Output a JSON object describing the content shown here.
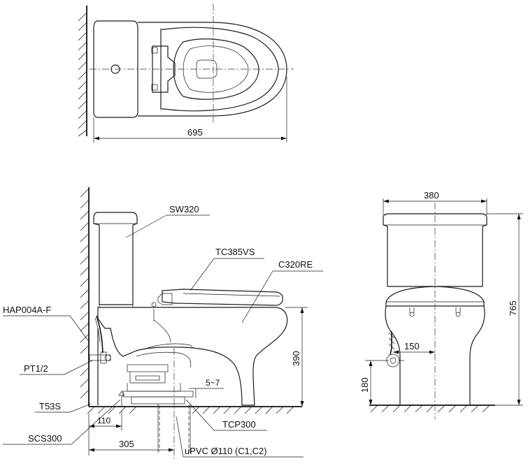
{
  "dimensions": {
    "top_width": "695",
    "side_height_bowl": "390",
    "front_width": "380",
    "front_height": "765",
    "front_inlet_offset": "150",
    "front_inlet_height": "180",
    "side_gap": "5~7",
    "side_wall_offset": "110",
    "side_drain_center": "305"
  },
  "labels": {
    "tank": "SW320",
    "seat": "TC385VS",
    "bowl": "C320RE",
    "hose": "HAP004A-F",
    "thread": "PT1/2",
    "valve": "T53S",
    "flange": "TCP300",
    "bolts": "SCS300",
    "pipe": "uPVC Ø110 (C1,C2)"
  }
}
